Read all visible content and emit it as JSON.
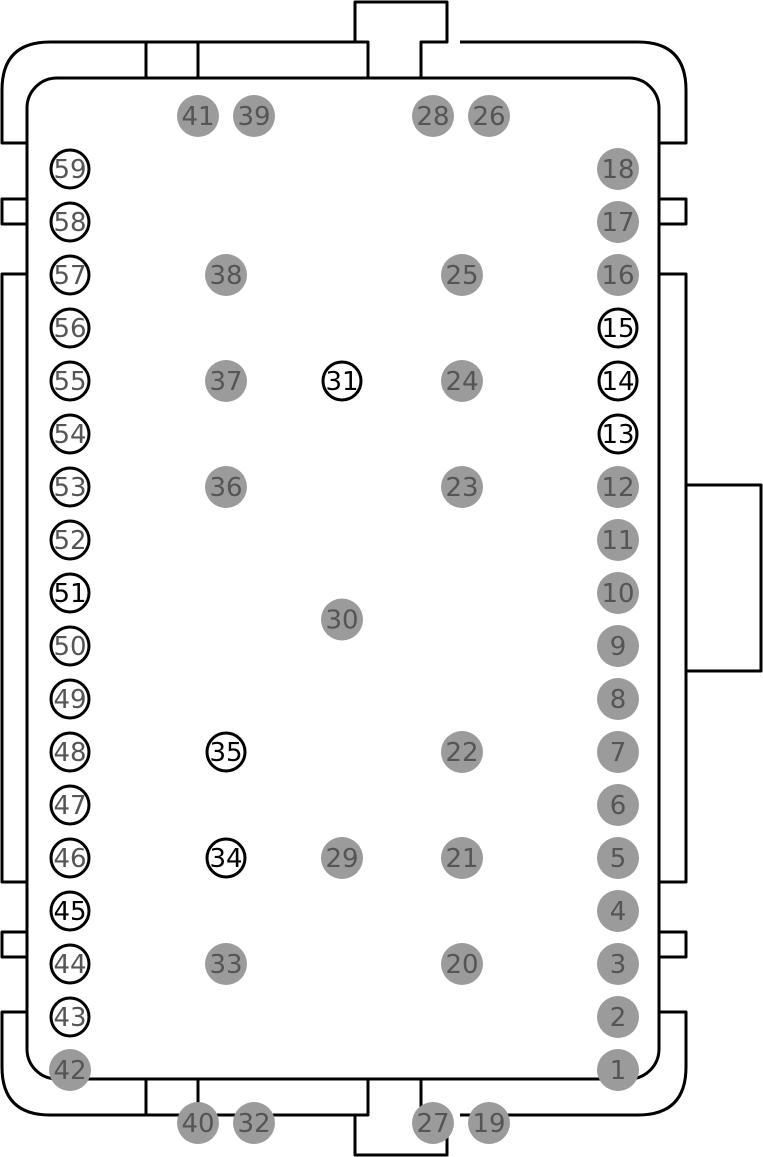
{
  "colors": {
    "filled_pin": "#9b9b9b",
    "filled_label": "#555555",
    "open_pin_fill": "#ffffff",
    "open_pin_stroke": "#000000",
    "open_label_dark": "#000000",
    "open_label_gray": "#555555"
  },
  "pins": [
    {
      "label": "1",
      "row": 20,
      "col": 10,
      "style": "filled"
    },
    {
      "label": "2",
      "row": 19,
      "col": 10,
      "style": "filled"
    },
    {
      "label": "3",
      "row": 18,
      "col": 10,
      "style": "filled"
    },
    {
      "label": "4",
      "row": 17,
      "col": 10,
      "style": "filled"
    },
    {
      "label": "5",
      "row": 16,
      "col": 10,
      "style": "filled"
    },
    {
      "label": "6",
      "row": 15,
      "col": 10,
      "style": "filled"
    },
    {
      "label": "7",
      "row": 14,
      "col": 10,
      "style": "filled"
    },
    {
      "label": "8",
      "row": 13,
      "col": 10,
      "style": "filled"
    },
    {
      "label": "9",
      "row": 12,
      "col": 10,
      "style": "filled"
    },
    {
      "label": "10",
      "row": 11,
      "col": 10,
      "style": "filled"
    },
    {
      "label": "11",
      "row": 10,
      "col": 10,
      "style": "filled"
    },
    {
      "label": "12",
      "row": 9,
      "col": 10,
      "style": "filled"
    },
    {
      "label": "13",
      "row": 8,
      "col": 10,
      "style": "open-dark"
    },
    {
      "label": "14",
      "row": 7,
      "col": 10,
      "style": "open-dark"
    },
    {
      "label": "15",
      "row": 6,
      "col": 10,
      "style": "open-dark"
    },
    {
      "label": "16",
      "row": 5,
      "col": 10,
      "style": "filled"
    },
    {
      "label": "17",
      "row": 4,
      "col": 10,
      "style": "filled"
    },
    {
      "label": "18",
      "row": 3,
      "col": 10,
      "style": "filled"
    },
    {
      "label": "19",
      "row": 21,
      "col": 9,
      "style": "filled"
    },
    {
      "label": "20",
      "row": 18,
      "col": 7,
      "style": "filled"
    },
    {
      "label": "21",
      "row": 16,
      "col": 7,
      "style": "filled"
    },
    {
      "label": "22",
      "row": 14,
      "col": 7,
      "style": "filled"
    },
    {
      "label": "23",
      "row": 9,
      "col": 7,
      "style": "filled"
    },
    {
      "label": "24",
      "row": 7,
      "col": 7,
      "style": "filled"
    },
    {
      "label": "25",
      "row": 5,
      "col": 7,
      "style": "filled"
    },
    {
      "label": "26",
      "row": 2,
      "col": 9,
      "style": "filled"
    },
    {
      "label": "27",
      "row": 21,
      "col": 8,
      "style": "filled"
    },
    {
      "label": "28",
      "row": 2,
      "col": 8,
      "style": "filled"
    },
    {
      "label": "29",
      "row": 16,
      "col": 5,
      "style": "filled"
    },
    {
      "label": "30",
      "row": 11.5,
      "col": 5,
      "style": "filled"
    },
    {
      "label": "31",
      "row": 7,
      "col": 5,
      "style": "open-dark"
    },
    {
      "label": "32",
      "row": 21,
      "col": 4,
      "style": "filled"
    },
    {
      "label": "33",
      "row": 18,
      "col": 3,
      "style": "filled"
    },
    {
      "label": "34",
      "row": 16,
      "col": 3,
      "style": "open-dark"
    },
    {
      "label": "35",
      "row": 14,
      "col": 3,
      "style": "open-dark"
    },
    {
      "label": "36",
      "row": 9,
      "col": 3,
      "style": "filled"
    },
    {
      "label": "37",
      "row": 7,
      "col": 3,
      "style": "filled"
    },
    {
      "label": "38",
      "row": 5,
      "col": 3,
      "style": "filled"
    },
    {
      "label": "39",
      "row": 2,
      "col": 4,
      "style": "filled"
    },
    {
      "label": "40",
      "row": 21,
      "col": 2,
      "style": "filled"
    },
    {
      "label": "41",
      "row": 2,
      "col": 2,
      "style": "filled"
    },
    {
      "label": "42",
      "row": 20,
      "col": 0,
      "style": "filled"
    },
    {
      "label": "43",
      "row": 19,
      "col": 0,
      "style": "open-gray"
    },
    {
      "label": "44",
      "row": 18,
      "col": 0,
      "style": "open-gray"
    },
    {
      "label": "45",
      "row": 17,
      "col": 0,
      "style": "open-dark"
    },
    {
      "label": "46",
      "row": 16,
      "col": 0,
      "style": "open-gray"
    },
    {
      "label": "47",
      "row": 15,
      "col": 0,
      "style": "open-gray"
    },
    {
      "label": "48",
      "row": 14,
      "col": 0,
      "style": "open-gray"
    },
    {
      "label": "49",
      "row": 13,
      "col": 0,
      "style": "open-gray"
    },
    {
      "label": "50",
      "row": 12,
      "col": 0,
      "style": "open-gray"
    },
    {
      "label": "51",
      "row": 11,
      "col": 0,
      "style": "open-dark"
    },
    {
      "label": "52",
      "row": 10,
      "col": 0,
      "style": "open-gray"
    },
    {
      "label": "53",
      "row": 9,
      "col": 0,
      "style": "open-gray"
    },
    {
      "label": "54",
      "row": 8,
      "col": 0,
      "style": "open-gray"
    },
    {
      "label": "55",
      "row": 7,
      "col": 0,
      "style": "open-gray"
    },
    {
      "label": "56",
      "row": 6,
      "col": 0,
      "style": "open-gray"
    },
    {
      "label": "57",
      "row": 5,
      "col": 0,
      "style": "open-gray"
    },
    {
      "label": "58",
      "row": 4,
      "col": 0,
      "style": "open-gray"
    },
    {
      "label": "59",
      "row": 3,
      "col": 0,
      "style": "open-gray"
    }
  ]
}
